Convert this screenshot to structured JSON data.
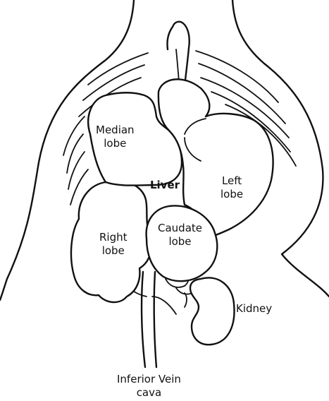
{
  "labels": {
    "median_lobe": [
      "Median",
      "lobe"
    ],
    "liver": "Liver",
    "left_lobe": [
      "Left",
      "lobe"
    ],
    "right_lobe": [
      "Right",
      "lobe"
    ],
    "caudate_lobe": [
      "Caudate",
      "lobe"
    ],
    "kidney": "Kidney",
    "inferior_vein_cava": [
      "Inferior Vein",
      "cava"
    ]
  },
  "colors": {
    "ink": "#111111",
    "background": "#ffffff"
  }
}
